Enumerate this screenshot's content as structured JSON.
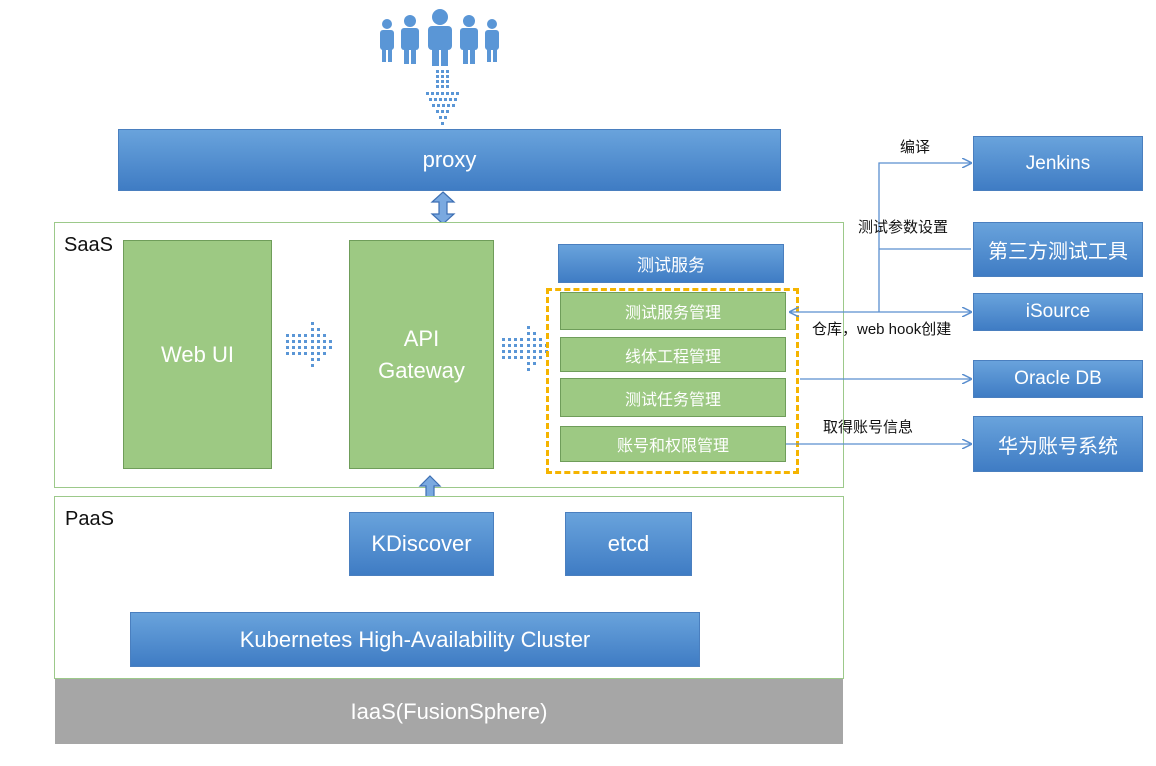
{
  "users": {
    "icon": "users-group-icon"
  },
  "proxy": {
    "label": "proxy"
  },
  "saas": {
    "label": "SaaS",
    "web_ui": "Web UI",
    "api_gateway": "API\nGateway",
    "test_service_header": "测试服务",
    "modules": [
      "测试服务管理",
      "线体工程管理",
      "测试任务管理",
      "账号和权限管理"
    ]
  },
  "paas": {
    "label": "PaaS",
    "kdiscover": "KDiscover",
    "etcd": "etcd",
    "kubernetes": "Kubernetes High-Availability Cluster"
  },
  "iaas": {
    "label": "IaaS(FusionSphere)"
  },
  "external": {
    "jenkins": "Jenkins",
    "third_party": "第三方测试工具",
    "isource": "iSource",
    "oracle": "Oracle DB",
    "huawei_account": "华为账号系统"
  },
  "annotations": {
    "compile": "编译",
    "test_params": "测试参数设置",
    "repo_webhook": "仓库，web hook创建",
    "get_account": "取得账号信息"
  },
  "colors": {
    "blue": "#4a86cc",
    "green": "#9dc983",
    "gray": "#a6a6a6",
    "dashed": "#f5b400",
    "line": "#5b8fcf"
  }
}
